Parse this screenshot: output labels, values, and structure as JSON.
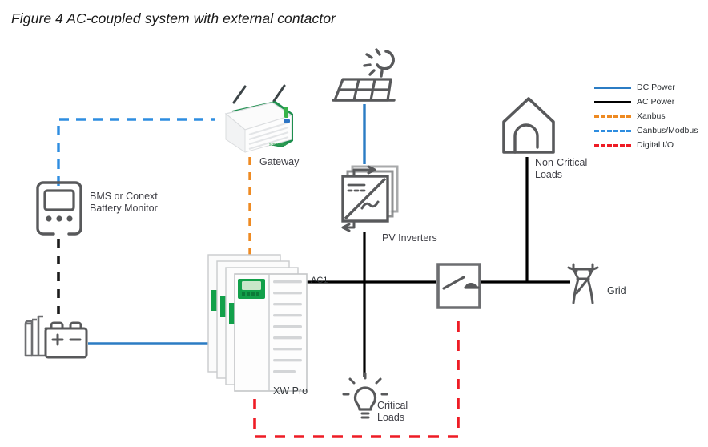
{
  "figure": {
    "title": "Figure 4 AC-coupled system with external contactor"
  },
  "colors": {
    "dc_power": "#2b7cc4",
    "ac_power": "#000000",
    "xanbus": "#ee8a22",
    "canbus_modbus": "#2e8de0",
    "digital_io": "#ee1c25",
    "icon_gray": "#58595b",
    "text": "#3f3f46",
    "device_green": "#00a651"
  },
  "legend": {
    "items": [
      {
        "label": "DC Power",
        "color": "#2b7cc4",
        "style": "solid",
        "icon": "line-solid-icon"
      },
      {
        "label": "AC Power",
        "color": "#000000",
        "style": "solid",
        "icon": "line-solid-icon"
      },
      {
        "label": "Xanbus",
        "color": "#ee8a22",
        "style": "dashed",
        "icon": "line-dashed-icon"
      },
      {
        "label": "Canbus/Modbus",
        "color": "#2e8de0",
        "style": "dashed",
        "icon": "line-dashed-icon"
      },
      {
        "label": "Digital I/O",
        "color": "#ee1c25",
        "style": "dashed",
        "icon": "line-dashed-icon"
      }
    ]
  },
  "nodes": {
    "bms": {
      "label": "BMS or Conext\nBattery Monitor",
      "icon": "battery-monitor-icon"
    },
    "battery": {
      "label": "",
      "icon": "battery-stack-icon",
      "terminal_positive": "+",
      "terminal_negative": "–"
    },
    "gateway": {
      "label": "Gateway",
      "icon": "gateway-device-icon"
    },
    "xw_pro": {
      "label": "XW Pro",
      "icon": "inverter-stack-icon"
    },
    "solar_array": {
      "label": "",
      "icon": "solar-panel-icon"
    },
    "sun": {
      "label": "",
      "icon": "sun-icon"
    },
    "pv_inverters": {
      "label": "PV Inverters",
      "icon": "pv-inverter-stack-icon"
    },
    "contactor": {
      "label": "",
      "icon": "contactor-switch-icon"
    },
    "non_critical_loads": {
      "label": "Non-Critical\nLoads",
      "icon": "house-icon"
    },
    "critical_loads": {
      "label": "Critical\nLoads",
      "icon": "lightbulb-icon"
    },
    "grid": {
      "label": "Grid",
      "icon": "transmission-tower-icon"
    }
  },
  "annotations": {
    "ac1": "AC1"
  },
  "connections": [
    {
      "name": "battery-to-xwpro",
      "type": "DC Power",
      "color": "#2b7cc4",
      "style": "solid"
    },
    {
      "name": "solar-to-pv-inverter",
      "type": "DC Power",
      "color": "#2b7cc4",
      "style": "solid"
    },
    {
      "name": "bms-to-battery",
      "type": "AC Power",
      "color": "#000000",
      "style": "dashed"
    },
    {
      "name": "bms-to-gateway",
      "type": "Canbus/Modbus",
      "color": "#2e8de0",
      "style": "dashed"
    },
    {
      "name": "gateway-to-xwpro",
      "type": "Xanbus",
      "color": "#ee8a22",
      "style": "dashed"
    },
    {
      "name": "xwpro-to-ac-bus",
      "type": "AC Power",
      "color": "#000000",
      "style": "solid"
    },
    {
      "name": "pv-inverter-to-ac-bus",
      "type": "AC Power",
      "color": "#000000",
      "style": "solid"
    },
    {
      "name": "ac-bus-to-critical-loads",
      "type": "AC Power",
      "color": "#000000",
      "style": "solid"
    },
    {
      "name": "ac-bus-to-contactor",
      "type": "AC Power",
      "color": "#000000",
      "style": "solid"
    },
    {
      "name": "contactor-to-grid",
      "type": "AC Power",
      "color": "#000000",
      "style": "solid"
    },
    {
      "name": "grid-bus-to-non-critical-loads",
      "type": "AC Power",
      "color": "#000000",
      "style": "solid"
    },
    {
      "name": "xwpro-to-contactor",
      "type": "Digital I/O",
      "color": "#ee1c25",
      "style": "dashed"
    }
  ]
}
